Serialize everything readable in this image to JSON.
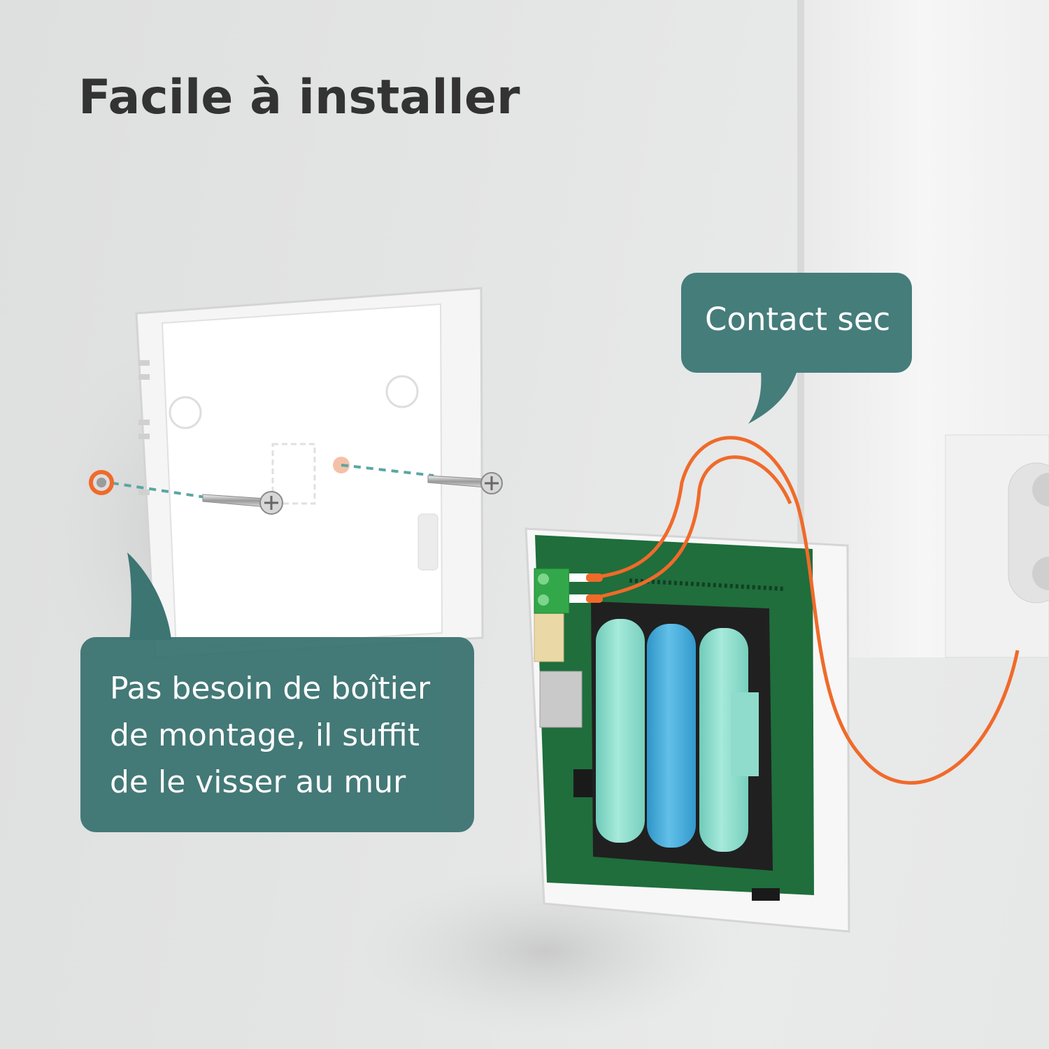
{
  "title": "Facile à installer",
  "callouts": {
    "dry_contact": {
      "text": "Contact sec"
    },
    "mounting": {
      "lines": [
        "Pas besoin de boîtier",
        "de montage, il suffit",
        "de le visser au mur"
      ]
    }
  },
  "colors": {
    "background": "#e4e5e5",
    "callout": "#3f7876",
    "wire": "#f06a2a",
    "pcb": "#1f6e3c",
    "battery": "#8fdccc",
    "battery_blue": "#3ea7d8",
    "title": "#333333"
  },
  "icons": [
    "screw-icon",
    "battery-icon",
    "wire-icon",
    "terminal-block-icon"
  ]
}
